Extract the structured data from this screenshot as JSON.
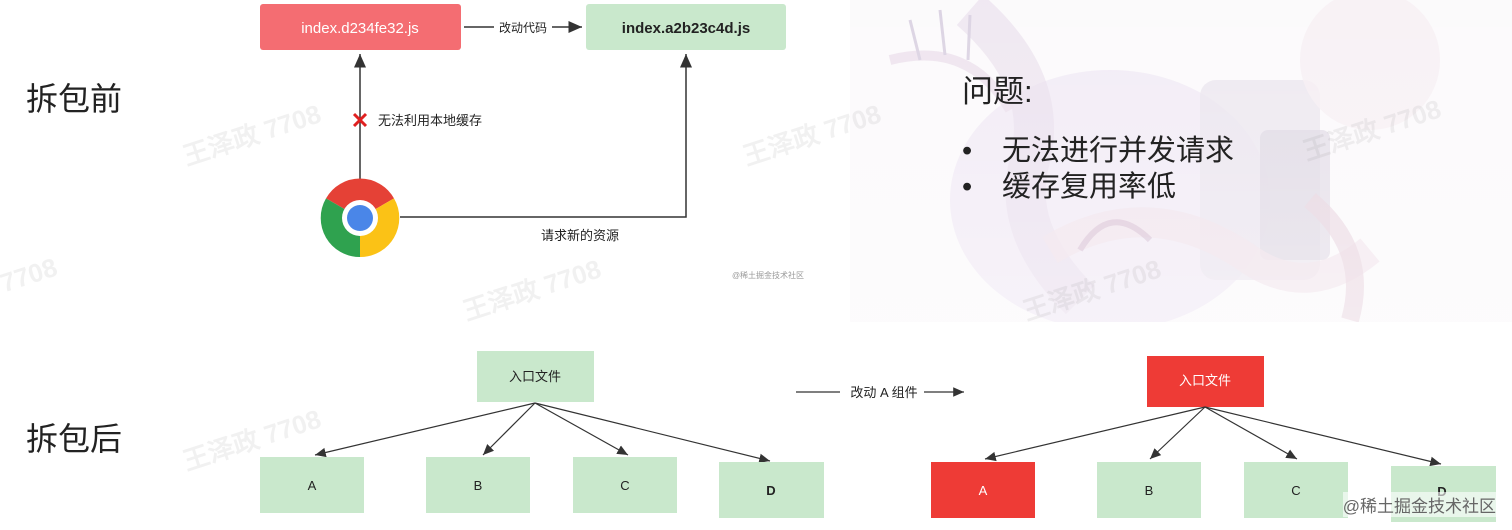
{
  "top_section": {
    "label": "拆包前",
    "old_file": "index.d234fe32.js",
    "new_file": "index.a2b23c4d.js",
    "change_label": "改动代码",
    "cache_fail_label": "无法利用本地缓存",
    "request_label": "请求新的资源",
    "credit": "@稀土掘金技术社区"
  },
  "issues": {
    "title": "问题:",
    "items": [
      "无法进行并发请求",
      "缓存复用率低"
    ]
  },
  "bottom_section": {
    "label": "拆包后",
    "change_label": "改动 A 组件",
    "left_tree": {
      "root": "入口文件",
      "children": [
        "A",
        "B",
        "C",
        "D"
      ]
    },
    "right_tree": {
      "root": "入口文件",
      "children": [
        "A",
        "B",
        "C",
        "D"
      ]
    }
  },
  "watermarks": [
    "王泽政 7708",
    "王泽政 7708",
    "王泽政 7708",
    "王泽政 7708",
    "王泽政 7708",
    "王泽政 7708",
    "7708"
  ],
  "site_credit": "@稀土掘金技术社区",
  "colors": {
    "red_box": "#f46d72",
    "green_box": "#c9e8cc",
    "bright_red": "#ee3b36",
    "arrow": "#333333",
    "cross": "#e02020"
  }
}
